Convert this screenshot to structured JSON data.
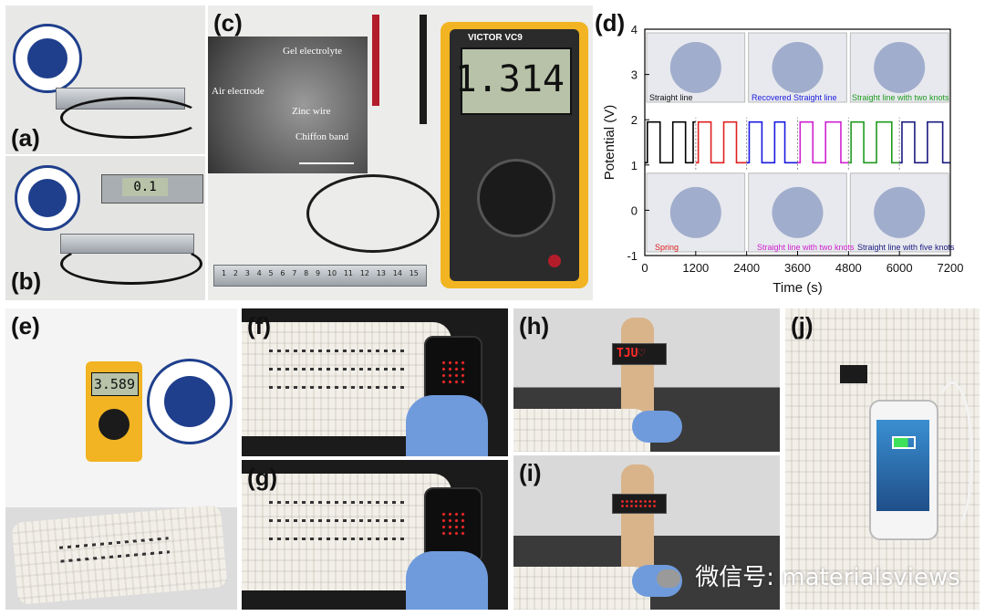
{
  "panels": {
    "a": {
      "label": "(a)"
    },
    "b": {
      "label": "(b)",
      "caliper_reading": "0.1"
    },
    "c": {
      "label": "(c)",
      "sem_annotations": [
        "Gel electrolyte",
        "Air electrode",
        "Zinc wire",
        "Chiffon band"
      ],
      "multimeter_brand": "VICTOR VC9",
      "multimeter_reading": "1.314",
      "ruler_ticks": [
        "1",
        "2",
        "3",
        "4",
        "5",
        "6",
        "7",
        "8",
        "9",
        "10",
        "11",
        "12",
        "13",
        "14",
        "15"
      ]
    },
    "d": {
      "label": "(d)",
      "inset_labels_top": [
        "Straight line",
        "Recovered Straight line",
        "Straight line with two knots"
      ],
      "inset_labels_bottom": [
        "Spring",
        "Straight line with two knots",
        "Straight line with five knots"
      ]
    },
    "e": {
      "label": "(e)",
      "multimeter_reading": "3.589"
    },
    "f": {
      "label": "(f)"
    },
    "g": {
      "label": "(g)"
    },
    "h": {
      "label": "(h)",
      "led_text": "TJU♡"
    },
    "i": {
      "label": "(i)"
    },
    "j": {
      "label": "(j)"
    }
  },
  "watermark": "微信号: materialsviews",
  "chart_data": {
    "type": "line",
    "xlabel": "Time (s)",
    "ylabel": "Potential (V)",
    "xlim": [
      0,
      7200
    ],
    "ylim": [
      -1,
      4
    ],
    "xticks": [
      "0",
      "1200",
      "2400",
      "3600",
      "4800",
      "6000",
      "7200"
    ],
    "yticks": [
      "-1",
      "0",
      "1",
      "2",
      "3",
      "4"
    ],
    "series": [
      {
        "color": "#000000",
        "x": [
          0,
          60,
          300,
          360,
          600,
          660,
          900,
          960,
          1080,
          1140,
          1200
        ],
        "y": [
          1.05,
          1.95,
          1.95,
          1.05,
          1.05,
          1.95,
          1.95,
          1.05,
          1.05,
          1.95,
          1.95
        ]
      },
      {
        "color": "#e02020",
        "x": [
          1200,
          1260,
          1500,
          1560,
          1800,
          1860,
          2100,
          2160,
          2400
        ],
        "y": [
          1.05,
          1.95,
          1.95,
          1.05,
          1.05,
          1.95,
          1.95,
          1.05,
          1.05
        ]
      },
      {
        "color": "#1a1adf",
        "x": [
          2400,
          2460,
          2700,
          2760,
          3000,
          3060,
          3240,
          3300,
          3600
        ],
        "y": [
          1.05,
          1.95,
          1.95,
          1.05,
          1.05,
          1.95,
          1.95,
          1.05,
          1.05
        ]
      },
      {
        "color": "#d020d0",
        "x": [
          3600,
          3660,
          3900,
          3960,
          4200,
          4260,
          4560,
          4620,
          4800
        ],
        "y": [
          1.05,
          1.95,
          1.95,
          1.05,
          1.05,
          1.95,
          1.95,
          1.05,
          1.05
        ]
      },
      {
        "color": "#1f9a1f",
        "x": [
          4800,
          4860,
          5100,
          5160,
          5400,
          5460,
          5760,
          5820,
          6000
        ],
        "y": [
          1.05,
          1.95,
          1.95,
          1.05,
          1.05,
          1.95,
          1.95,
          1.05,
          1.05
        ]
      },
      {
        "color": "#1a1a80",
        "x": [
          6000,
          6060,
          6300,
          6360,
          6600,
          6660,
          6960,
          7020,
          7200
        ],
        "y": [
          1.05,
          1.95,
          1.95,
          1.05,
          1.05,
          1.95,
          1.95,
          1.05,
          1.05
        ]
      }
    ],
    "grid": false
  },
  "colors": {
    "seal_blue": "#1f3f8c",
    "meter_yellow": "#f2b422",
    "lcd": "#b7c2a8",
    "glove": "#6f9bdc"
  }
}
